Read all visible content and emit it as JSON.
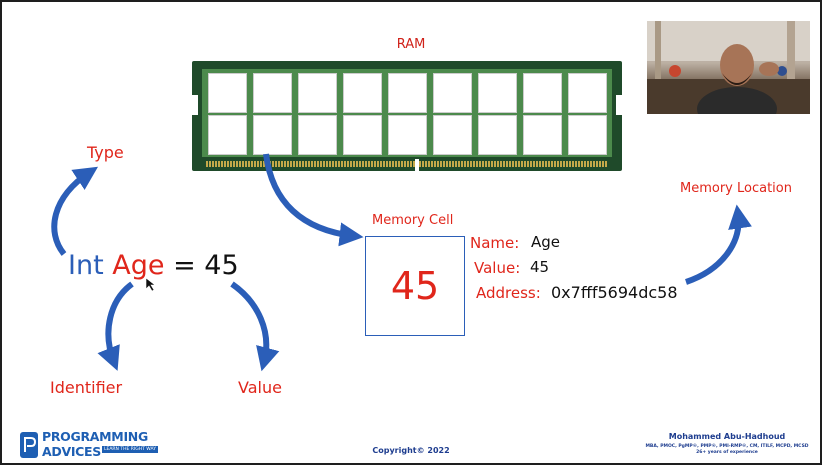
{
  "ram": {
    "title": "RAM"
  },
  "expression": {
    "type_word": "Int",
    "name_word": "Age",
    "rest": " = 45"
  },
  "labels": {
    "type": "Type",
    "identifier": "Identifier",
    "value": "Value",
    "memory_cell": "Memory Cell",
    "memory_location": "Memory Location"
  },
  "cell": {
    "value": "45"
  },
  "properties": {
    "name_key": "Name:",
    "name_val": "Age",
    "value_key": "Value:",
    "value_val": "45",
    "address_key": "Address:",
    "address_val": "0x7fff5694dc58"
  },
  "footer": {
    "copyright": "Copyright© 2022",
    "logo_line1": "PROGRAMMING",
    "logo_line2": "ADVICES",
    "logo_tag": "LEARN THE RIGHT WAY",
    "author_name": "Mohammed Abu-Hadhoud",
    "author_creds": "MBA, PMOC, PgMP®, PMP®, PMI-RMP®, CM, ITILF, MCPD, MCSD",
    "author_exp": "26+ years of experience"
  },
  "colors": {
    "accent_red": "#e0261b",
    "accent_blue": "#2b5eb8",
    "ram_green": "#1f4a2a"
  }
}
